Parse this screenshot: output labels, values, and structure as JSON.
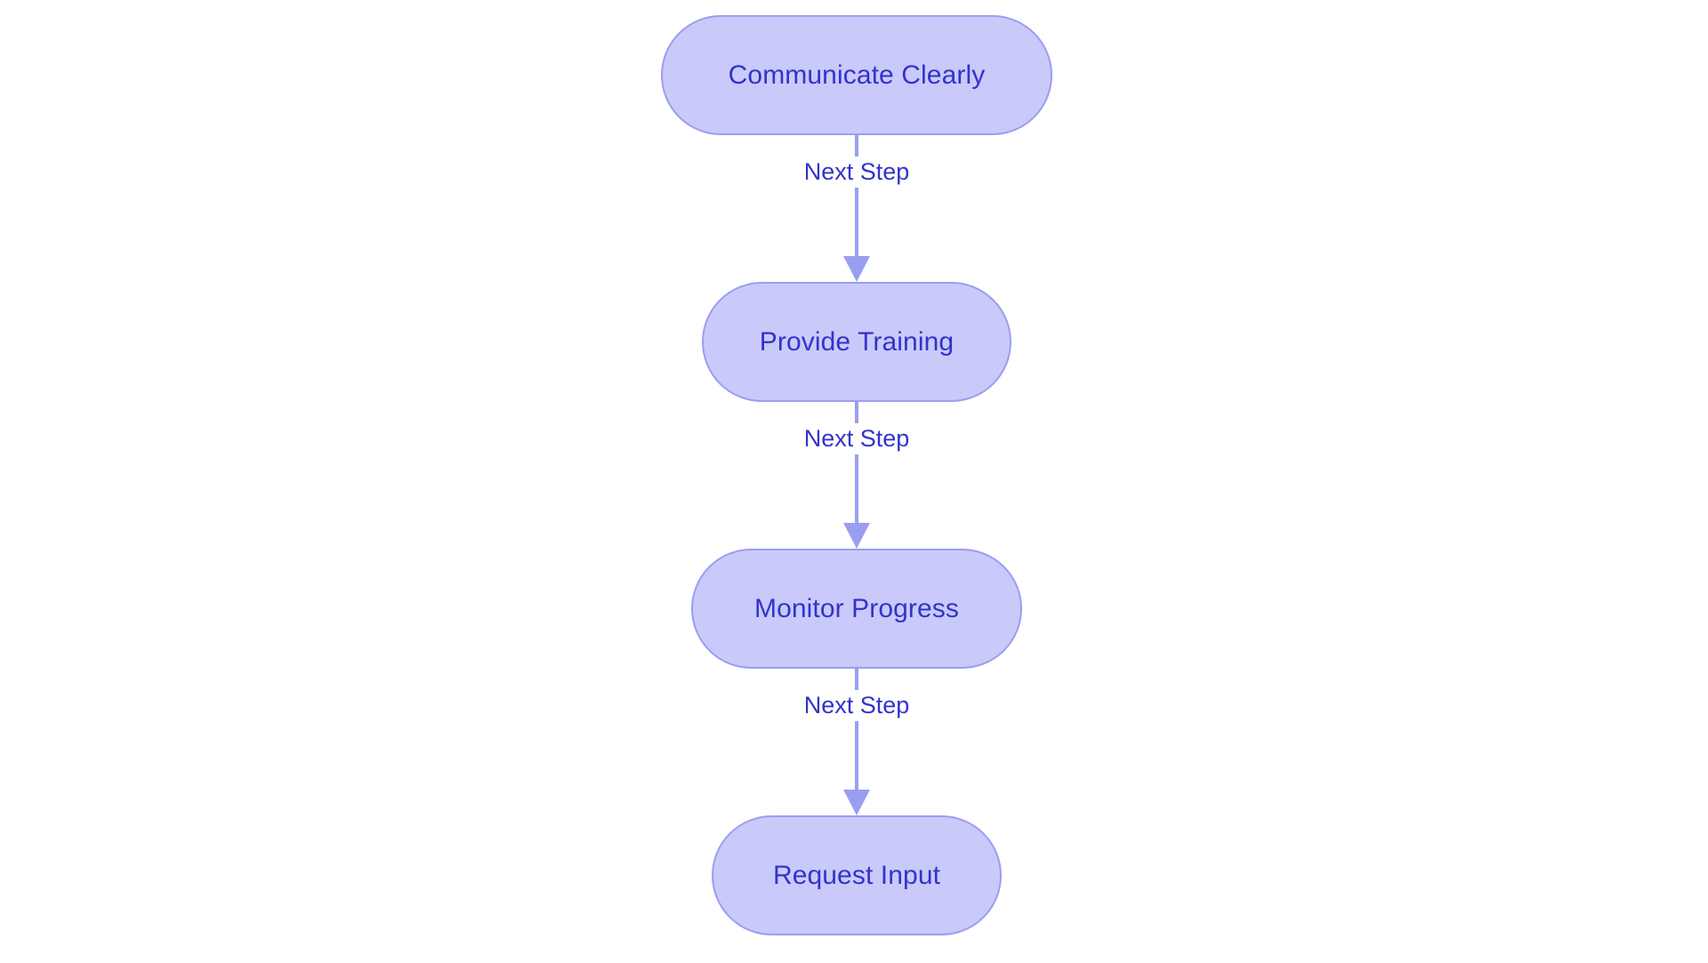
{
  "diagram": {
    "type": "flowchart",
    "orientation": "top-to-bottom",
    "background_color": "#ffffff",
    "node_fill_color": "#c9caf9",
    "node_border_color": "#9a9ef0",
    "node_text_color": "#3333cc",
    "edge_color": "#9a9ef0",
    "edge_label_color": "#3333cc",
    "nodes": [
      {
        "id": "node-0",
        "label": "Communicate Clearly"
      },
      {
        "id": "node-1",
        "label": "Provide Training"
      },
      {
        "id": "node-2",
        "label": "Monitor Progress"
      },
      {
        "id": "node-3",
        "label": "Request Input"
      }
    ],
    "edges": [
      {
        "id": "edge-0",
        "from": "node-0",
        "to": "node-1",
        "label": "Next Step"
      },
      {
        "id": "edge-1",
        "from": "node-1",
        "to": "node-2",
        "label": "Next Step"
      },
      {
        "id": "edge-2",
        "from": "node-2",
        "to": "node-3",
        "label": "Next Step"
      }
    ]
  }
}
